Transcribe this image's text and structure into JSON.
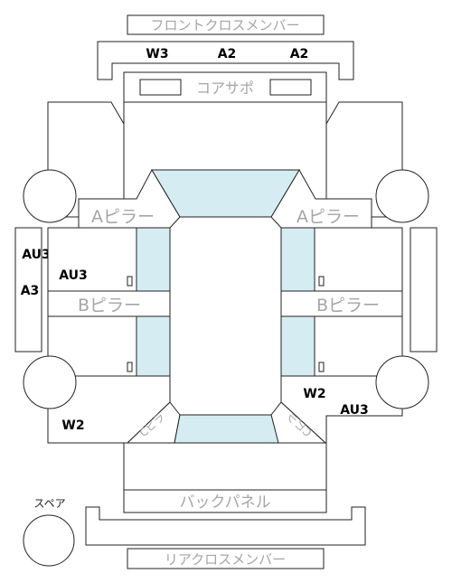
{
  "labels": {
    "front_cross_member": "フロントクロスメンバー",
    "core_support": "コアサポ",
    "a_pillar_left": "Aピラー",
    "a_pillar_right": "Aピラー",
    "b_pillar_left": "Bピラー",
    "b_pillar_right": "Bピラー",
    "pillar_c_left": "Cピラ",
    "pillar_c_right": "Cピラ",
    "back_panel": "バックパネル",
    "rear_cross_member": "リアクロスメンバー",
    "spare": "スペア"
  },
  "codes": {
    "front_left": "W3",
    "front_center": "A2",
    "front_right": "A2",
    "left_sill_upper": "AU3",
    "left_sill_lower": "A3",
    "left_door": "AU3",
    "rear_left": "W2",
    "rear_right_upper": "W2",
    "rear_right_lower": "AU3"
  },
  "colors": {
    "glass": "#d6ecf3",
    "outline": "#222222",
    "label_gray": "#a5a5a5",
    "code_text": "#000000"
  }
}
